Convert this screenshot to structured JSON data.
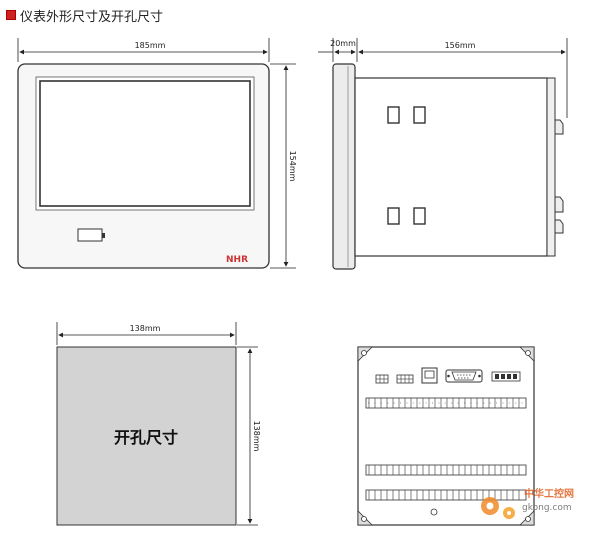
{
  "header": {
    "title": "仪表外形尺寸及开孔尺寸",
    "bullet_color": "#cc2222"
  },
  "front_view": {
    "width_label": "185mm",
    "height_label": "154mm",
    "logo_text": "NHR"
  },
  "side_view": {
    "depth_front_label": "20mm",
    "depth_body_label": "156mm"
  },
  "cutout_view": {
    "width_label": "138mm",
    "height_label": "138mm",
    "center_label": "开孔尺寸",
    "fill_color": "#d3d3d3"
  },
  "watermark": {
    "line1": "中华工控网",
    "line2": "gkong.com"
  }
}
